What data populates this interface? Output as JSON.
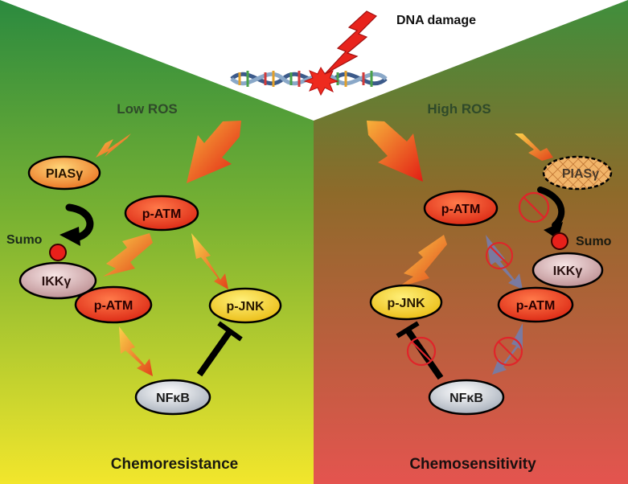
{
  "header": {
    "damage_label": "DNA damage"
  },
  "left_panel": {
    "ros_label": "Low ROS",
    "sumo_label": "Sumo",
    "outcome": "Chemoresistance",
    "nodes": {
      "pias": "PIASγ",
      "patm_top": "p-ATM",
      "ikk": "IKKγ",
      "patm_bottom": "p-ATM",
      "pjnk": "p-JNK",
      "nfkb": "NFκB"
    }
  },
  "right_panel": {
    "ros_label": "High ROS",
    "sumo_label": "Sumo",
    "outcome": "Chemosensitivity",
    "nodes": {
      "pias": "PIASγ",
      "patm_top": "p-ATM",
      "ikk": "IKKγ",
      "patm_bottom": "p-ATM",
      "pjnk": "p-JNK",
      "nfkb": "NFκB"
    }
  },
  "colors": {
    "left_top": "#2e8a3e",
    "left_bottom": "#f2e62c",
    "right_top": "#3f8f3c",
    "right_mid": "#9a5a2a",
    "right_bottom": "#e4544f",
    "node_red": "#e03a1c",
    "node_yellow": "#f3d21a",
    "node_ikk": "#d9aeb0",
    "node_nfkb": "#cfd4dc",
    "arrow_red": "#e52418",
    "arrow_orange": "#f2a23a",
    "inhibit_black": "#000000",
    "block_red": "#e0242a"
  }
}
